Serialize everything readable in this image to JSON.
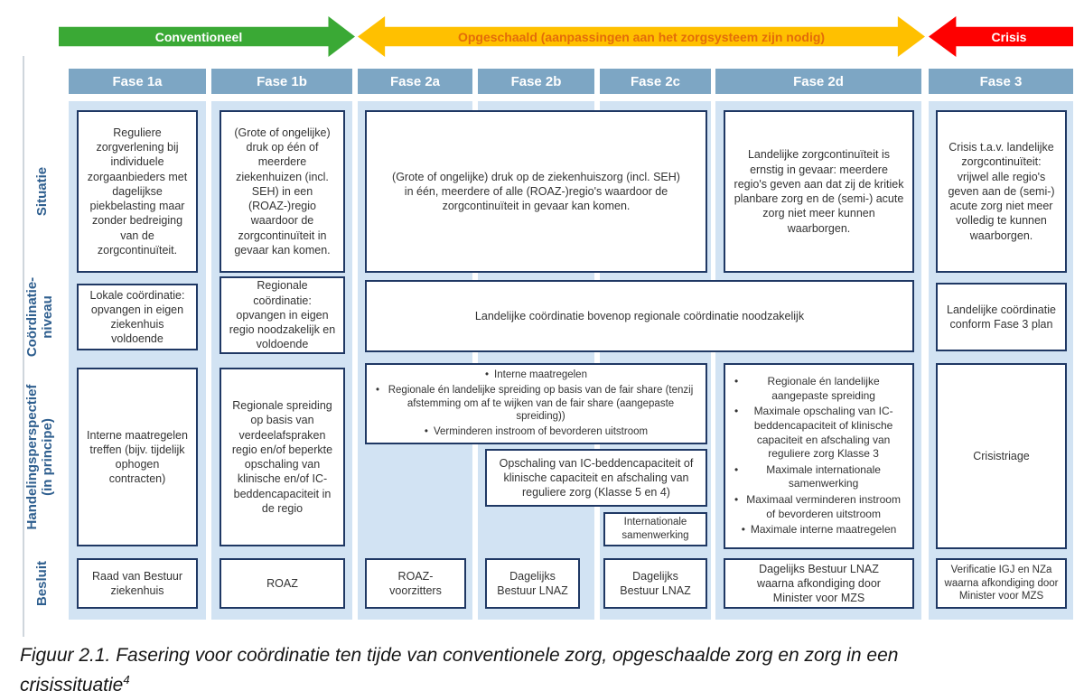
{
  "arrows": {
    "conventioneel": {
      "label": "Conventioneel"
    },
    "opgeschaald": {
      "label": "Opgeschaald (aanpassingen aan het zorgsysteem zijn nodig)"
    },
    "crisis": {
      "label": "Crisis"
    }
  },
  "colors": {
    "green": "#3aa935",
    "yellow": "#ffc000",
    "yellow_text": "#e36c09",
    "red": "#fe0000",
    "header_blue": "#7da6c4",
    "panel_blue": "#d2e3f3",
    "border_navy": "#1f3864",
    "row_label_blue": "#2f5f8f"
  },
  "phases": [
    "Fase 1a",
    "Fase 1b",
    "Fase 2a",
    "Fase 2b",
    "Fase 2c",
    "Fase 2d",
    "Fase 3"
  ],
  "row_labels": {
    "situatie": "Situatie",
    "coordinatie": "Coördinatie-\nniveau",
    "handelings": "Handelingsperspectief\n(in principe)",
    "besluit": "Besluit"
  },
  "situatie": {
    "fase1a": "Reguliere zorgverlening bij individuele zorgaanbieders met dagelijkse piekbelasting maar zonder bedreiging van de zorgcontinuïteit.",
    "fase1b": "(Grote of ongelijke) druk op één of meerdere ziekenhuizen (incl. SEH) in een (ROAZ-)regio waardoor de zorgcontinuïteit in gevaar kan komen.",
    "fase2abc": "(Grote of ongelijke) druk op de ziekenhuiszorg (incl. SEH) in één, meerdere of alle (ROAZ-)regio's waardoor de zorgcontinuïteit in gevaar kan komen.",
    "fase2d": "Landelijke zorgcontinuïteit is ernstig in gevaar: meerdere regio's geven aan dat zij de kritiek planbare zorg en de (semi-) acute zorg niet meer kunnen waarborgen.",
    "fase3": "Crisis t.a.v. landelijke zorgcontinuïteit: vrijwel alle regio's geven aan de (semi-) acute zorg niet meer volledig te kunnen waarborgen."
  },
  "coordinatie": {
    "fase1a": "Lokale coördinatie: opvangen in eigen ziekenhuis voldoende",
    "fase1b": "Regionale coördinatie: opvangen in eigen regio noodzakelijk en voldoende",
    "fase2abcd": "Landelijke coördinatie bovenop regionale coördinatie noodzakelijk",
    "fase3": "Landelijke coördinatie conform Fase 3 plan"
  },
  "handelings": {
    "fase1a": "Interne maatregelen treffen (bijv. tijdelijk ophogen contracten)",
    "fase1b": "Regionale spreiding op basis van verdeelafspraken regio en/of beperkte opschaling van klinische en/of IC-beddencapaciteit in de regio",
    "fase2abc_bullets": [
      "Interne maatregelen",
      "Regionale én landelijke spreiding op basis van de fair share (tenzij afstemming om af te wijken van de fair share (aangepaste spreiding))",
      "Verminderen instroom of bevorderen uitstroom"
    ],
    "fase2bc": "Opschaling van IC-beddencapaciteit of klinische capaciteit en afschaling van reguliere zorg (Klasse 5 en 4)",
    "fase2c_internationaal": "Internationale samenwerking",
    "fase2d_bullets": [
      "Regionale én landelijke aangepaste spreiding",
      "Maximale opschaling van IC-beddencapaciteit of klinische capaciteit en afschaling van reguliere zorg Klasse 3",
      "Maximale internationale samenwerking",
      "Maximaal verminderen instroom of bevorderen uitstroom",
      "Maximale interne maatregelen"
    ],
    "fase3": "Crisistriage"
  },
  "besluit": {
    "fase1a": "Raad van Bestuur ziekenhuis",
    "fase1b": "ROAZ",
    "fase2a": "ROAZ-voorzitters",
    "fase2b": "Dagelijks Bestuur LNAZ",
    "fase2c": "Dagelijks Bestuur LNAZ",
    "fase2d": "Dagelijks Bestuur LNAZ waarna afkondiging door Minister voor MZS",
    "fase3": "Verificatie IGJ en NZa waarna afkondiging door Minister voor MZS"
  },
  "caption": {
    "line1": "Figuur 2.1. Fasering voor coördinatie ten tijde van conventionele zorg, opgeschaalde zorg en zorg in een",
    "line2": "crisissituatie",
    "footnote": "4"
  }
}
